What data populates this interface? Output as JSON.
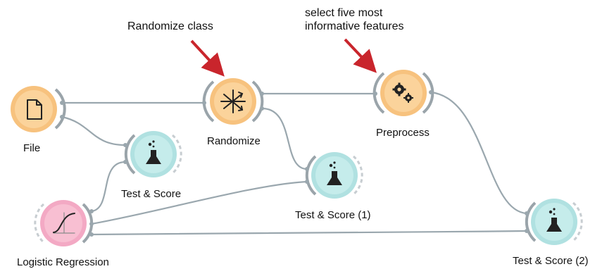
{
  "colors": {
    "link": "#9aa7ae",
    "slot_dark": "#9aa4aa",
    "slot_dashed": "#c7cdd1",
    "orange_fill": "#fbd39b",
    "orange_ring": "#f7c27e",
    "teal_fill": "#c5eceb",
    "teal_ring": "#b0e1e1",
    "pink_fill": "#f8bfd2",
    "pink_ring": "#f3a9c4",
    "arrow": "#c9252c",
    "icon": "#222222"
  },
  "annotations": {
    "randomize_note": "Randomize class",
    "preprocess_note_line1": "select five most",
    "preprocess_note_line2": "informative features"
  },
  "widgets": {
    "file": {
      "label": "File",
      "icon": "document-icon"
    },
    "randomize": {
      "label": "Randomize",
      "icon": "shuffle-arrows-icon"
    },
    "preprocess": {
      "label": "Preprocess",
      "icon": "gears-icon"
    },
    "test_score": {
      "label": "Test & Score",
      "icon": "flask-icon"
    },
    "test_score_1": {
      "label": "Test & Score (1)",
      "icon": "flask-icon"
    },
    "test_score_2": {
      "label": "Test & Score (2)",
      "icon": "flask-icon"
    },
    "logistic_regression": {
      "label": "Logistic Regression",
      "icon": "sigmoid-curve-icon"
    }
  }
}
